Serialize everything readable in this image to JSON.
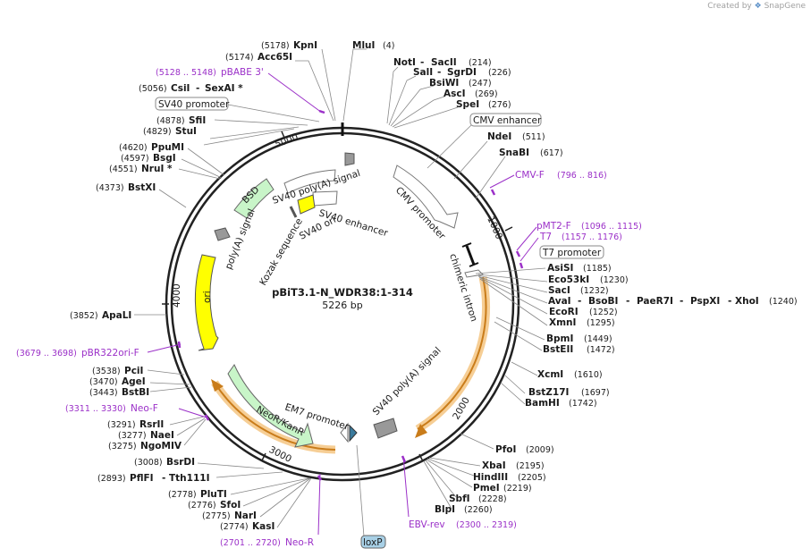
{
  "brand": {
    "prefix": "Created by",
    "name": "SnapGene"
  },
  "plasmid": {
    "name": "pBiT3.1-N_WDR38:1-314",
    "size": "5226 bp"
  },
  "ticks": [
    "1000",
    "2000",
    "3000",
    "4000",
    "5000"
  ],
  "features": [
    {
      "label": "CMV enhancer",
      "boxed": true
    },
    {
      "label": "CMV promoter"
    },
    {
      "label": "chimeric intron"
    },
    {
      "label": "T7 promoter",
      "boxed": true
    },
    {
      "label": "SV40 poly(A) signal"
    },
    {
      "label": "loxP",
      "boxed": true,
      "fill": "#a8d0e6"
    },
    {
      "label": "EM7 promoter"
    },
    {
      "label": "NeoR/KanR"
    },
    {
      "label": "ori"
    },
    {
      "label": "poly(A) signal"
    },
    {
      "label": "BSD"
    },
    {
      "label": "SV40 poly(A) signal"
    },
    {
      "label": "SV40 promoter",
      "boxed": true
    },
    {
      "label": "SV40 ori"
    },
    {
      "label": "SV40 enhancer"
    },
    {
      "label": "Kozak sequence"
    }
  ],
  "sites": [
    {
      "name": "MluI",
      "pos": "(4)"
    },
    {
      "name": "NotI",
      "dash": "SacII",
      "pos": "(214)"
    },
    {
      "name": "SalI",
      "dash": "SgrDI",
      "pos": "(226)"
    },
    {
      "name": "BsiWI",
      "pos": "(247)"
    },
    {
      "name": "AscI",
      "pos": "(269)"
    },
    {
      "name": "SpeI",
      "pos": "(276)"
    },
    {
      "name": "NdeI",
      "pos": "(511)"
    },
    {
      "name": "SnaBI",
      "pos": "(617)"
    },
    {
      "name": "AsiSI",
      "pos": "(1185)"
    },
    {
      "name": "Eco53kI",
      "pos": "(1230)"
    },
    {
      "name": "SacI",
      "pos": "(1232)"
    },
    {
      "name": "AvaI",
      "dash": "BsoBI",
      "dash2": "PaeR7I",
      "dash3": "PspXI",
      "dash4": "XhoI",
      "pos": "(1240)"
    },
    {
      "name": "EcoRI",
      "pos": "(1252)"
    },
    {
      "name": "XmnI",
      "pos": "(1295)"
    },
    {
      "name": "BpmI",
      "pos": "(1449)"
    },
    {
      "name": "BstEII",
      "pos": "(1472)"
    },
    {
      "name": "XcmI",
      "pos": "(1610)"
    },
    {
      "name": "BstZ17I",
      "pos": "(1697)"
    },
    {
      "name": "BamHI",
      "pos": "(1742)"
    },
    {
      "name": "PfoI",
      "pos": "(2009)"
    },
    {
      "name": "XbaI",
      "pos": "(2195)"
    },
    {
      "name": "HindIII",
      "pos": "(2205)"
    },
    {
      "name": "PmeI",
      "pos": "(2219)"
    },
    {
      "name": "SbfI",
      "pos": "(2228)"
    },
    {
      "name": "BlpI",
      "pos": "(2260)"
    },
    {
      "name": "KpnI",
      "pos": "(5178)"
    },
    {
      "name": "Acc65I",
      "pos": "(5174)"
    },
    {
      "name": "CsiI",
      "dash": "SexAI *",
      "pos": "(5056)"
    },
    {
      "name": "SfiI",
      "pos": "(4878)"
    },
    {
      "name": "StuI",
      "pos": "(4829)"
    },
    {
      "name": "PpuMI",
      "pos": "(4620)"
    },
    {
      "name": "BsgI",
      "pos": "(4597)"
    },
    {
      "name": "NruI *",
      "pos": "(4551)"
    },
    {
      "name": "BstXI",
      "pos": "(4373)"
    },
    {
      "name": "ApaLI",
      "pos": "(3852)"
    },
    {
      "name": "PciI",
      "pos": "(3538)"
    },
    {
      "name": "AgeI",
      "pos": "(3470)"
    },
    {
      "name": "BstBI",
      "pos": "(3443)"
    },
    {
      "name": "RsrII",
      "pos": "(3291)"
    },
    {
      "name": "NaeI",
      "pos": "(3277)"
    },
    {
      "name": "NgoMIV",
      "pos": "(3275)"
    },
    {
      "name": "BsrDI",
      "pos": "(3008)"
    },
    {
      "name": "PflFI",
      "dash": "Tth111I",
      "pos": "(2893)"
    },
    {
      "name": "PluTI",
      "pos": "(2778)"
    },
    {
      "name": "SfoI",
      "pos": "(2776)"
    },
    {
      "name": "NarI",
      "pos": "(2775)"
    },
    {
      "name": "KasI",
      "pos": "(2774)"
    }
  ],
  "primers": [
    {
      "name": "pBABE 3'",
      "pos": "(5128 .. 5148)"
    },
    {
      "name": "CMV-F",
      "pos": "(796 .. 816)"
    },
    {
      "name": "pMT2-F",
      "pos": "(1096 .. 1115)"
    },
    {
      "name": "T7",
      "pos": "(1157 .. 1176)"
    },
    {
      "name": "pBR322ori-F",
      "pos": "(3679 .. 3698)"
    },
    {
      "name": "Neo-F",
      "pos": "(3311 .. 3330)"
    },
    {
      "name": "EBV-rev",
      "pos": "(2300 .. 2319)"
    },
    {
      "name": "Neo-R",
      "pos": "(2701 .. 2720)"
    }
  ],
  "colors": {
    "primer": "#9b30c8",
    "orf_highlight": "#f5c98a",
    "marker_green": "#c8f5c8",
    "ori_yellow": "#ffff00"
  }
}
